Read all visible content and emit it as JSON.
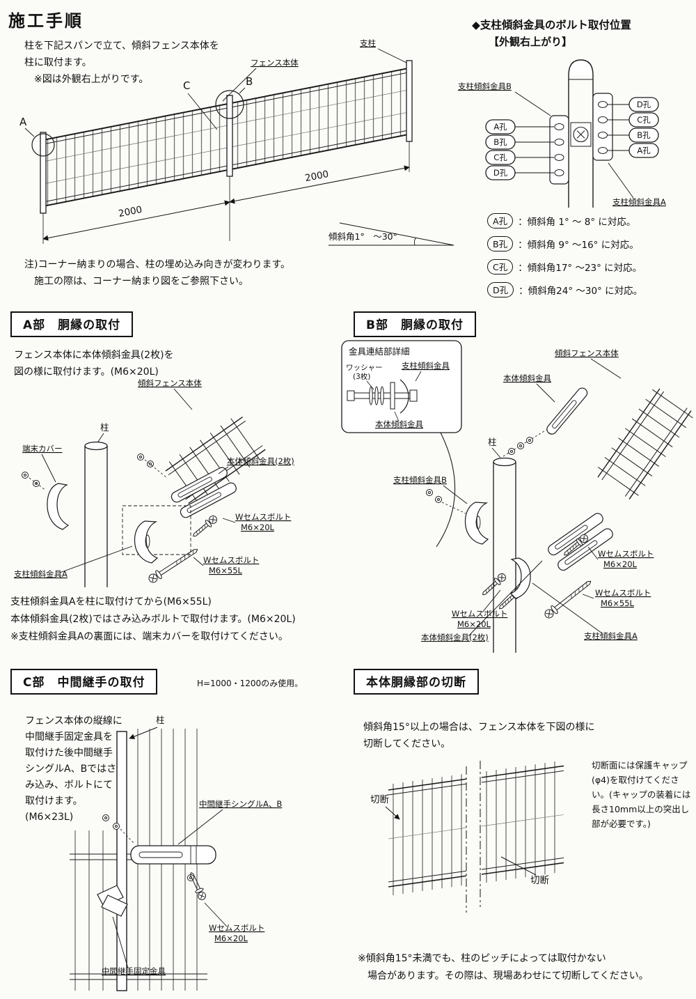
{
  "page": {
    "title": "施工手順"
  },
  "intro": {
    "line1": "柱を下記スパンで立て、傾斜フェンス本体を",
    "line2": "柱に取付ます。",
    "line3": "※図は外観右上がりです。",
    "note1": "注)コーナー納まりの場合、柱の埋め込み向きが変わります。",
    "note2": "施工の際は、コーナー納まり図をご参照下さい。"
  },
  "parts": {
    "w_bolt": "Wセムスボルト",
    "m6_20": "M6×20L",
    "m6_55": "M6×55L"
  },
  "overview": {
    "label_a": "A",
    "label_b": "B",
    "label_c": "C",
    "label_post": "支柱",
    "label_fence": "フェンス本体",
    "dim1": "2000",
    "dim2": "2000",
    "angle": "傾斜角1°　〜30°"
  },
  "bolt_position": {
    "title": "◆支柱傾斜金具のボルト取付位置",
    "subtitle": "【外観右上がり】",
    "bracket_b": "支柱傾斜金具B",
    "bracket_a": "支柱傾斜金具A",
    "left_holes": [
      "A孔",
      "B孔",
      "C孔",
      "D孔"
    ],
    "right_holes": [
      "D孔",
      "C孔",
      "B孔",
      "A孔"
    ],
    "legend": [
      {
        "hole": "A孔",
        "desc": "：傾斜角 1° 〜 8° に対応。"
      },
      {
        "hole": "B孔",
        "desc": "：傾斜角 9° 〜16° に対応。"
      },
      {
        "hole": "C孔",
        "desc": "：傾斜角17° 〜23° に対応。"
      },
      {
        "hole": "D孔",
        "desc": "：傾斜角24° 〜30° に対応。"
      }
    ]
  },
  "section_a": {
    "header": "A部　胴縁の取付",
    "desc1": "フェンス本体に本体傾斜金具(2枚)を",
    "desc2": "図の様に取付けます。(M6×20L)",
    "label_fence": "傾斜フェンス本体",
    "label_cover": "端末カバー",
    "label_post": "柱",
    "label_body_bracket": "本体傾斜金具(2枚)",
    "label_post_bracket": "支柱傾斜金具A",
    "foot1": "支柱傾斜金具Aを柱に取付けてから(M6×55L)",
    "foot2": "本体傾斜金具(2枚)ではさみ込みボルトで取付けます。(M6×20L)",
    "foot3": "※支柱傾斜金具Aの裏面には、端末カバーを取付けてください。"
  },
  "section_b": {
    "header": "B部　胴縁の取付",
    "inset": {
      "title": "金具連結部詳細",
      "washer1": "ワッシャー",
      "washer2": "(3枚)",
      "post_bracket": "支柱傾斜金具",
      "body_bracket": "本体傾斜金具"
    },
    "label_fence": "傾斜フェンス本体",
    "label_body_bracket": "本体傾斜金具",
    "label_post": "柱",
    "label_post_bracket_b": "支柱傾斜金具B",
    "label_body_bracket2": "本体傾斜金具(2枚)",
    "label_post_bracket_a": "支柱傾斜金具A"
  },
  "section_c": {
    "header": "C部　中間継手の取付",
    "note": "H=1000・1200のみ使用。",
    "desc": [
      "フェンス本体の縦線に",
      "中間継手固定金具を",
      "取付けた後中間継手",
      "シングルA、Bではさ",
      "み込み、ボルトにて",
      "取付けます。",
      "(M6×23L)"
    ],
    "label_post": "柱",
    "label_joint": "中間継手シングルA、B",
    "label_fix": "中間継手固定金具"
  },
  "section_cut": {
    "header": "本体胴縁部の切断",
    "desc1": "傾斜角15°以上の場合は、フェンス本体を下図の様に",
    "desc2": "切断してください。",
    "cut1": "切断",
    "cut2": "切断",
    "side_note": [
      "切断面には保護キャップ",
      "(φ4)を取付けてくださ",
      "い。(キャップの装着には",
      "長さ10mm以上の突出し",
      "部が必要です。)"
    ],
    "foot1": "※傾斜角15°未満でも、柱のピッチによっては取付かない",
    "foot2": "場合があります。その際は、現場あわせにて切断してください。"
  }
}
